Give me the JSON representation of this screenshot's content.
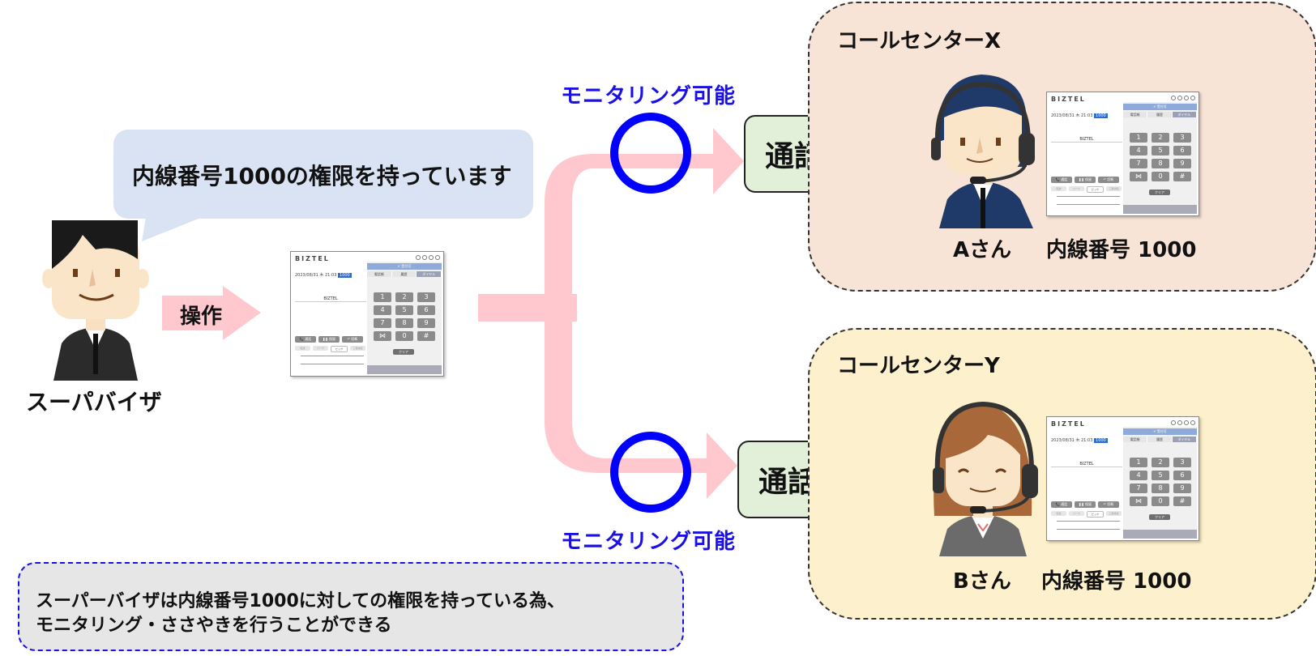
{
  "supervisor": {
    "bubble_text": "内線番号1000の権限を持っています",
    "name": "スーパバイザ",
    "operate_label": "操作"
  },
  "monitoring": {
    "top_label": "モニタリング可能",
    "bottom_label": "モニタリング可能"
  },
  "centers": [
    {
      "title": "コールセンターX",
      "status": "通話中",
      "agent": "Aさん",
      "extension": "内線番号 1000",
      "bg_color": "#f8e3d7"
    },
    {
      "title": "コールセンターY",
      "status": "通話中",
      "agent": "Bさん",
      "extension": "内線番号 1000",
      "bg_color": "#fdf1cd"
    }
  ],
  "note": {
    "line1": "スーパーバイザは内線番号1000に対しての権限を持っている為、",
    "line2": "モニタリング・ささやきを行うことができる"
  },
  "softphone": {
    "logo": "BIZTEL",
    "date": "2023/08/31 木 21:03",
    "date_highlight": "1000",
    "status": "✔ 受付可",
    "tabs": [
      "電話帳",
      "履歴",
      "ダイヤル"
    ],
    "name": "BIZTEL",
    "actions": [
      "📞 通話",
      "❚❚ 保留",
      "↶ 切断"
    ],
    "sub_actions": [
      "転送",
      "パーク",
      "ピック",
      "三者通話"
    ],
    "keys": [
      "1",
      "2",
      "3",
      "4",
      "5",
      "6",
      "7",
      "8",
      "9",
      "⋈",
      "0",
      "#"
    ],
    "clear_label": "クリア"
  },
  "colors": {
    "arrow_pink": "#ffc7ce",
    "circle_blue": "#0000ff",
    "bubble_blue": "#dae3f3",
    "status_green": "#e2efd9",
    "note_gray": "#e7e6e6"
  }
}
